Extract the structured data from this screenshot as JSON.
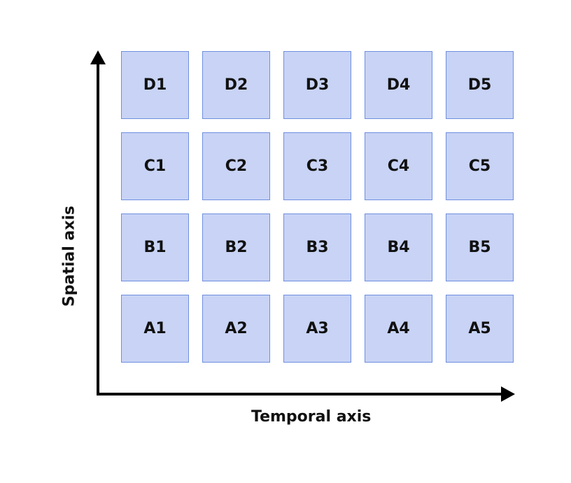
{
  "axes": {
    "x_label": "Temporal axis",
    "y_label": "Spatial axis"
  },
  "grid": {
    "rows": [
      [
        "D1",
        "D2",
        "D3",
        "D4",
        "D5"
      ],
      [
        "C1",
        "C2",
        "C3",
        "C4",
        "C5"
      ],
      [
        "B1",
        "B2",
        "B3",
        "B4",
        "B5"
      ],
      [
        "A1",
        "A2",
        "A3",
        "A4",
        "A5"
      ]
    ]
  },
  "colors": {
    "cell_fill": "#c8d3f5",
    "cell_border": "#6f8fe0",
    "axis": "#000000",
    "text": "#111111"
  }
}
